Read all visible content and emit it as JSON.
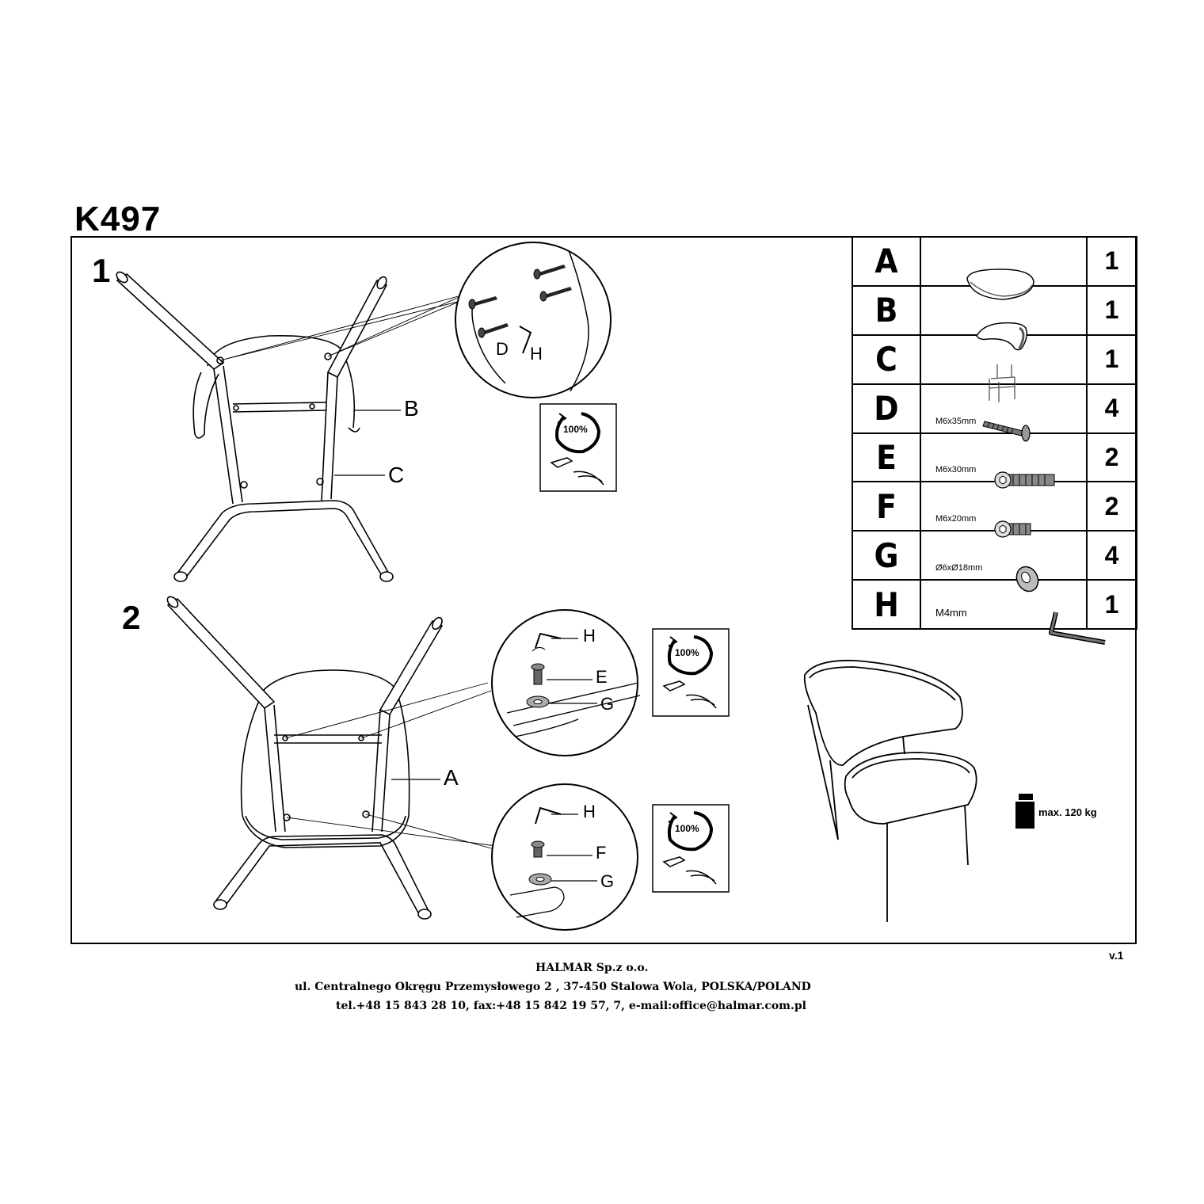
{
  "model_code": "K497",
  "steps": [
    {
      "number": "1",
      "labels": {
        "b": "B",
        "c": "C",
        "d": "D",
        "h": "H"
      },
      "tool_badge": "100%"
    },
    {
      "number": "2",
      "labels": {
        "a": "A",
        "h1": "H",
        "e": "E",
        "g1": "G",
        "h2": "H",
        "f": "F",
        "g2": "G"
      },
      "tool_badges": [
        "100%",
        "100%"
      ]
    }
  ],
  "parts": [
    {
      "letter": "A",
      "spec": "",
      "qty": "1",
      "icon": "seat-icon"
    },
    {
      "letter": "B",
      "spec": "",
      "qty": "1",
      "icon": "backrest-icon"
    },
    {
      "letter": "C",
      "spec": "",
      "qty": "1",
      "icon": "frame-icon"
    },
    {
      "letter": "D",
      "spec": "M6x35mm",
      "qty": "4",
      "icon": "bolt-icon"
    },
    {
      "letter": "E",
      "spec": "M6x30mm",
      "qty": "2",
      "icon": "bolt-icon"
    },
    {
      "letter": "F",
      "spec": "M6x20mm",
      "qty": "2",
      "icon": "bolt-icon"
    },
    {
      "letter": "G",
      "spec": "Ø6xØ18mm",
      "qty": "4",
      "icon": "washer-icon"
    },
    {
      "letter": "H",
      "spec": "M4mm",
      "qty": "1",
      "icon": "allen-key-icon"
    }
  ],
  "max_load": "max. 120 kg",
  "version": "v.1",
  "footer": {
    "company": "HALMAR Sp.z o.o.",
    "address": "ul. Centralnego Okręgu Przemysłowego 2 , 37-450 Stalowa Wola, POLSKA/POLAND",
    "contact": "tel.+48 15 843 28 10, fax:+48 15 842 19 57, 7, e-mail:office@halmar.com.pl"
  }
}
